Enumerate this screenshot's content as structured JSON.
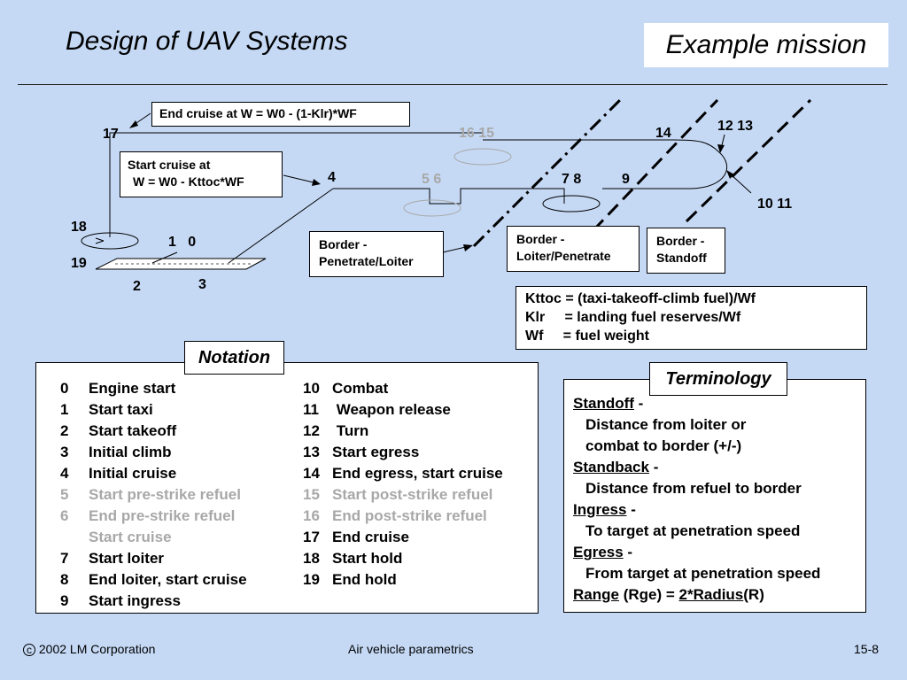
{
  "header": {
    "title": "Design of UAV Systems",
    "subtitle": "Example mission"
  },
  "diagram": {
    "boxes": {
      "end_cruise": "End cruise at W = W0 - (1-Klr)*WF",
      "start_cruise_l1": "Start cruise at",
      "start_cruise_l2": "W = W0 - Kttoc*WF",
      "border_penetrate_l1": "Border -",
      "border_penetrate_l2": "Penetrate/Loiter",
      "border_loiter_l1": "Border -",
      "border_loiter_l2": "Loiter/Penetrate",
      "border_standoff_l1": "Border -",
      "border_standoff_l2": "Standoff"
    },
    "points": {
      "p17": "17",
      "p16_15": "16  15",
      "p14": "14",
      "p12_13": "12 13",
      "p4": "4",
      "p5_6": "5  6",
      "p7_8": "7  8",
      "p9": "9",
      "p10_11": "10 11",
      "p18": "18",
      "p1_0": "1   0",
      "p19": "19",
      "p2": "2",
      "p3": "3"
    },
    "definitions": [
      "Kttoc = (taxi-takeoff-climb fuel)/Wf",
      "Klr     = landing fuel reserves/Wf",
      "Wf     = fuel weight"
    ]
  },
  "notation": {
    "title": "Notation",
    "left": [
      {
        "num": "0",
        "text": "Engine start",
        "gray": false
      },
      {
        "num": "1",
        "text": "Start taxi",
        "gray": false
      },
      {
        "num": "2",
        "text": "Start takeoff",
        "gray": false
      },
      {
        "num": "3",
        "text": "Initial climb",
        "gray": false
      },
      {
        "num": "4",
        "text": "Initial cruise",
        "gray": false
      },
      {
        "num": "5",
        "text": "Start pre-strike refuel",
        "gray": true
      },
      {
        "num": "6",
        "text": "End pre-strike refuel",
        "gray": true
      },
      {
        "num": "",
        "text": "Start cruise",
        "gray": true
      },
      {
        "num": "7",
        "text": "Start loiter",
        "gray": false
      },
      {
        "num": "8",
        "text": "End loiter, start cruise",
        "gray": false
      },
      {
        "num": "9",
        "text": "Start ingress",
        "gray": false
      }
    ],
    "right": [
      {
        "num": "10",
        "text": "Combat",
        "gray": false
      },
      {
        "num": "11",
        "text": " Weapon release",
        "gray": false
      },
      {
        "num": "12",
        "text": " Turn",
        "gray": false
      },
      {
        "num": "13",
        "text": "Start egress",
        "gray": false
      },
      {
        "num": "14",
        "text": "End egress, start cruise",
        "gray": false
      },
      {
        "num": "15",
        "text": "Start post-strike refuel",
        "gray": true
      },
      {
        "num": "16",
        "text": "End post-strike refuel",
        "gray": true
      },
      {
        "num": "17",
        "text": "End cruise",
        "gray": false
      },
      {
        "num": "18",
        "text": "Start hold",
        "gray": false
      },
      {
        "num": "19",
        "text": "End hold",
        "gray": false
      }
    ]
  },
  "terminology": {
    "title": "Terminology",
    "standoff": "Standoff",
    "standoff_dash": " -",
    "standoff_d1": "Distance from loiter or",
    "standoff_d2": "combat  to border (+/-)",
    "standback": "Standback",
    "standback_dash": " -",
    "standback_d1": "Distance from refuel to border",
    "ingress": "Ingress",
    "ingress_dash": " -",
    "ingress_d1": "To target at penetration speed",
    "egress": "Egress",
    "egress_dash": " -",
    "egress_d1": "From target at penetration speed",
    "range_word": "Range",
    "range_mid": " (Rge) = ",
    "range_radius": "2*Radius",
    "range_end": "(R)"
  },
  "footer": {
    "copyright_symbol": "c",
    "copyright": "2002 LM Corporation",
    "center": "Air vehicle parametrics",
    "page": "15-8"
  }
}
